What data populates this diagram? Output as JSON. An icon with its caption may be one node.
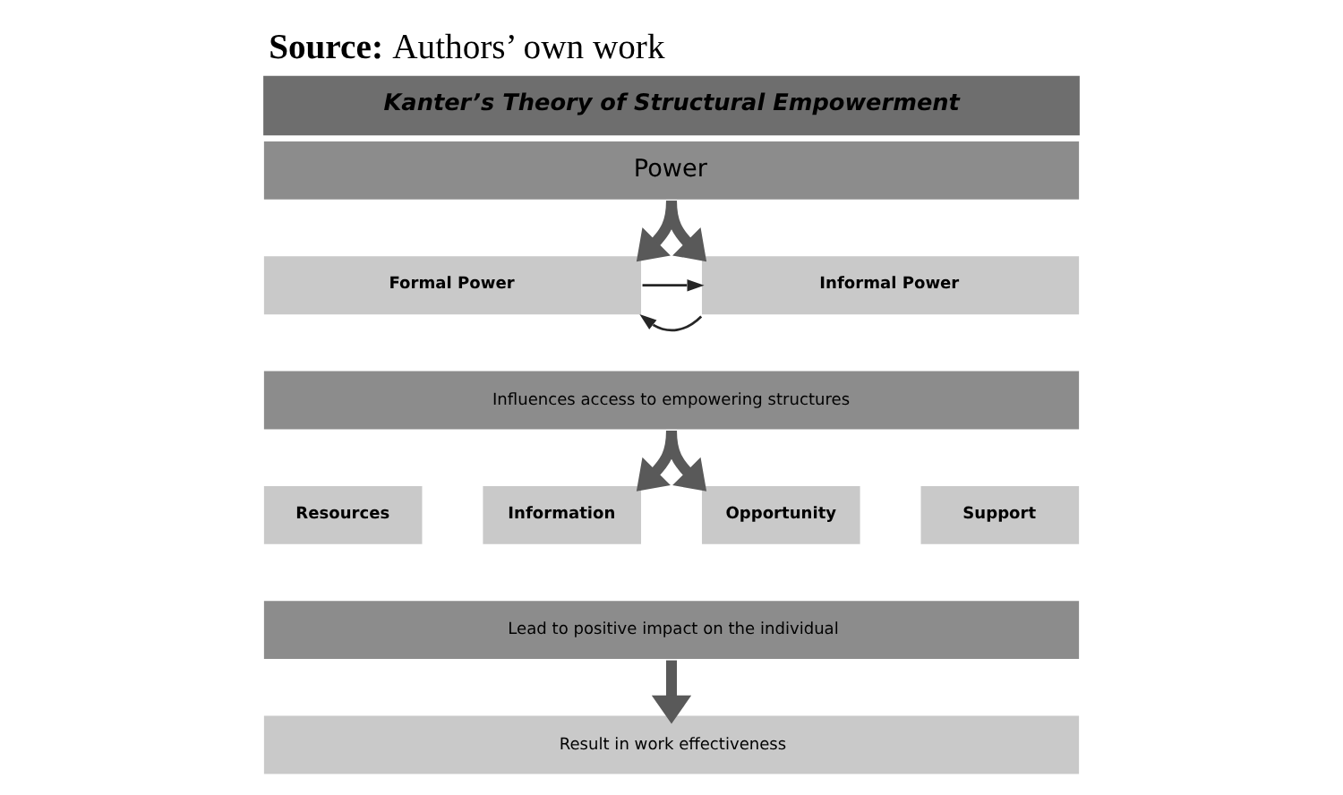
{
  "diagram": {
    "title": "Kanter’s Theory of Structural Empowerment",
    "caption": "**Source:** Authors’ own work",
    "nodes": [
      {
        "text": [
          "Power"
        ]
      },
      {
        "text": [
          "Formal Power"
        ]
      },
      {
        "text": [
          "Informal Power"
        ]
      },
      {
        "text": [
          "Influences access to empowering structures"
        ]
      },
      {
        "text": [
          "Resources"
        ]
      },
      {
        "text": [
          "Information"
        ]
      },
      {
        "text": [
          "Opportunity"
        ]
      },
      {
        "text": [
          "Support"
        ]
      },
      {
        "text": [
          "Lead to positive impact on the individual"
        ]
      },
      {
        "text": [
          "Result in work effectiveness"
        ]
      }
    ],
    "edges": [
      {
        "from": 0,
        "to": 1,
        "arrow": "to"
      },
      {
        "from": 0,
        "to": 2,
        "arrow": "to"
      },
      {
        "from": 1,
        "to": 2,
        "arrow": "to",
        "color": "#262626"
      },
      {
        "from": 2,
        "to": 1,
        "arrow": "to",
        "color": "#262626"
      },
      {
        "from": 3,
        "to": 5,
        "arrow": "to"
      },
      {
        "from": 3,
        "to": 6,
        "arrow": "to"
      },
      {
        "from": 8,
        "to": 9,
        "arrow": "to"
      }
    ]
  }
}
